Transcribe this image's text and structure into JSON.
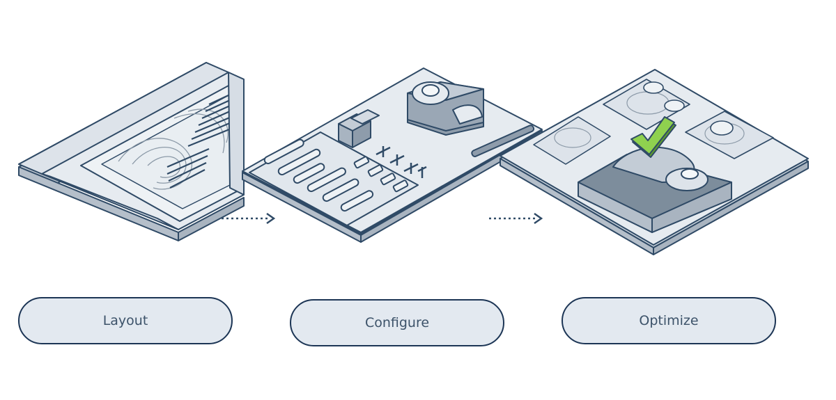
{
  "steps": [
    {
      "label": "Layout"
    },
    {
      "label": "Configure"
    },
    {
      "label": "Optimize"
    }
  ],
  "colors": {
    "outline": "#2f4a66",
    "panel_light": "#e6ebf0",
    "panel_mid": "#cdd6df",
    "terrain_dark": "#7d8d9c",
    "button_fill": "#e3e9f0",
    "button_border": "#1c3555",
    "check_green": "#7cc242",
    "arrow": "#2f4a66"
  },
  "icons": [
    "layout-sheet-icon",
    "configure-board-icon",
    "optimize-terrain-icon",
    "checkmark-icon",
    "dotted-arrow-icon"
  ]
}
